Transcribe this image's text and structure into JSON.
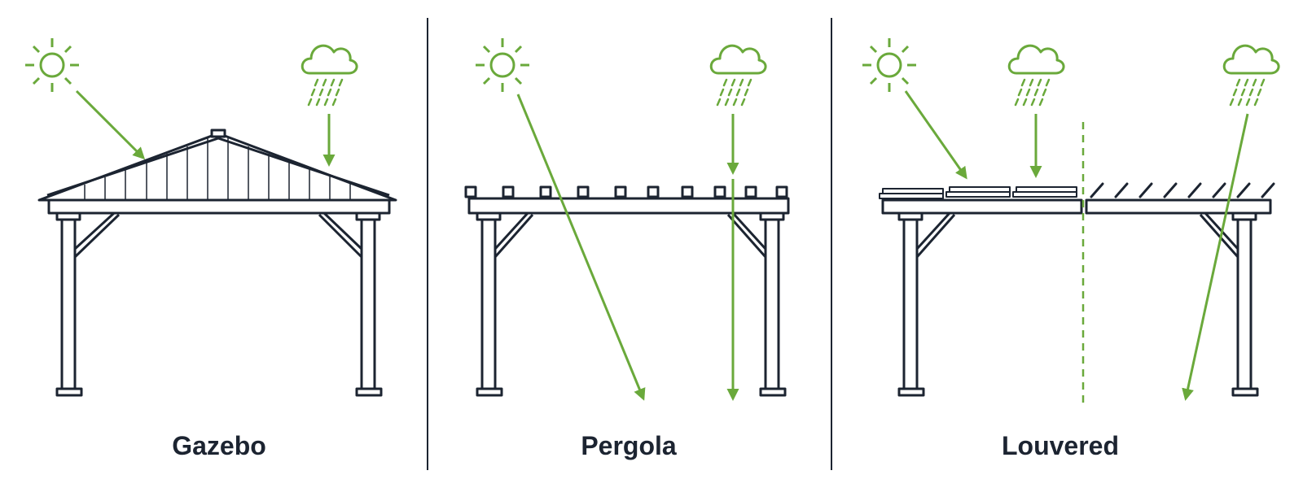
{
  "colors": {
    "structure": "#1c2431",
    "accent": "#6aa93b",
    "background": "#ffffff"
  },
  "panels": [
    {
      "label": "Gazebo",
      "icons": [
        "sun-icon",
        "rain-cloud-icon"
      ]
    },
    {
      "label": "Pergola",
      "icons": [
        "sun-icon",
        "rain-cloud-icon"
      ]
    },
    {
      "label": "Louvered",
      "icons": [
        "sun-icon",
        "rain-cloud-icon",
        "rain-cloud-icon"
      ]
    }
  ]
}
